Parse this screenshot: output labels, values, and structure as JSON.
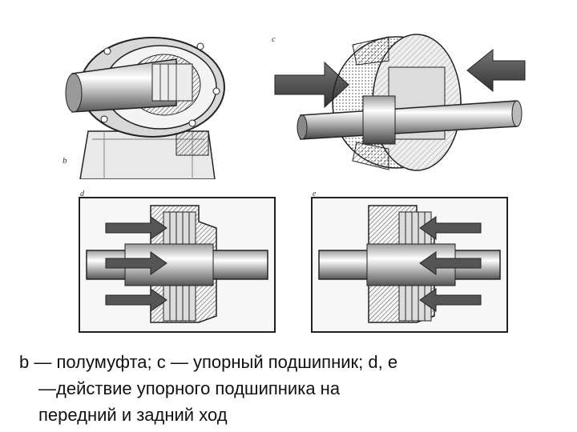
{
  "figure_labels": {
    "b": "b",
    "c": "c",
    "d": "d",
    "e": "e"
  },
  "caption": {
    "line1": "b — полумуфта; c — упорный подшипник; d, e",
    "line2": "—действие упорного подшипника на",
    "line3": "передний и задний ход"
  }
}
